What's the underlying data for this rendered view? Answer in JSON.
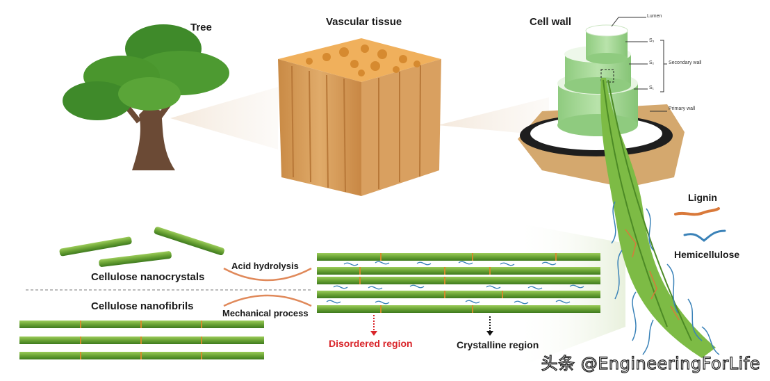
{
  "labels": {
    "tree": "Tree",
    "vascular_tissue": "Vascular tissue",
    "cell_wall": "Cell wall",
    "lumen": "Lumen",
    "s3": "S₃",
    "s2": "S₂",
    "s1": "S₁",
    "secondary_wall": "Secondary wall",
    "primary_wall": "Primary wall",
    "lignin": "Lignin",
    "hemicellulose": "Hemicellulose",
    "cellulose_nanocrystals": "Cellulose nanocrystals",
    "cellulose_nanofibrils": "Cellulose nanofibrils",
    "acid_hydrolysis": "Acid hydrolysis",
    "mechanical_process": "Mechanical process",
    "disordered_region": "Disordered region",
    "crystalline_region": "Crystalline region"
  },
  "watermark": "头条 @EngineeringForLife",
  "colors": {
    "fibril_green": "#5e9a2e",
    "fibril_light": "#8cc152",
    "hemicellulose_blue": "#3a82b8",
    "lignin_orange": "#d9793a",
    "disordered_red": "#d9252a",
    "wood_tan": "#d9a463",
    "cellwall_green": "#a6d89a"
  }
}
